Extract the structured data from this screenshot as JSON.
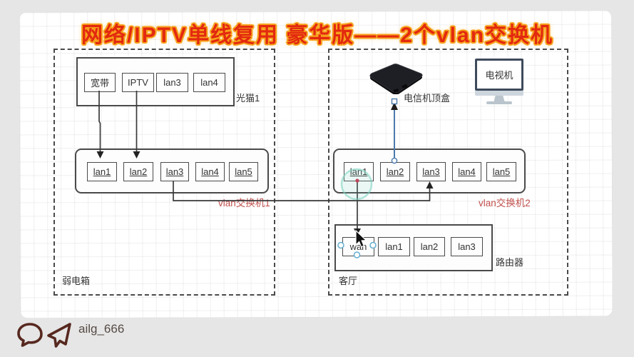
{
  "title": "网络/IPTV单线复用 豪华版——2个vlan交换机",
  "weak_box": {
    "zone_label": "弱电箱",
    "modem": {
      "label": "光猫1",
      "ports": [
        "宽带",
        "IPTV",
        "lan3",
        "lan4"
      ]
    },
    "switch1": {
      "label": "vlan交换机1",
      "ports": [
        "lan1",
        "lan2",
        "lan3",
        "lan4",
        "lan5"
      ]
    }
  },
  "living_room": {
    "zone_label": "客厅",
    "stb": {
      "label": "电信机顶盒"
    },
    "tv": {
      "label": "电视机"
    },
    "switch2": {
      "label": "vlan交换机2",
      "ports": [
        "lan1",
        "lan2",
        "lan3",
        "lan4",
        "lan5"
      ]
    },
    "router": {
      "label": "路由器",
      "ports": [
        "wan",
        "lan1",
        "lan2",
        "lan3"
      ]
    }
  },
  "watermark": {
    "text": "ailg_666"
  },
  "colors": {
    "title_red": "#e3290f",
    "title_glow": "#f7a21b",
    "vlan_label_red": "#c0504d",
    "blue_wire": "#4a79ad",
    "teal_highlight": "#7fd4c1",
    "connector": "#3a3a3a"
  }
}
